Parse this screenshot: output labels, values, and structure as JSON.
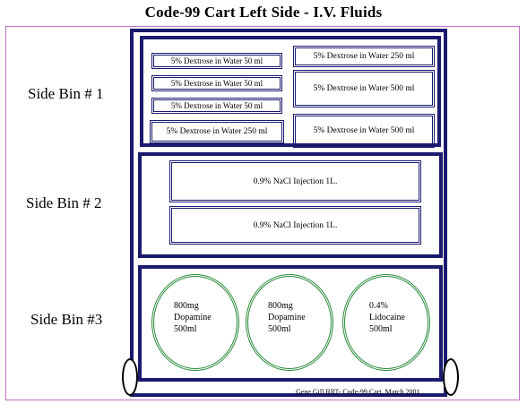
{
  "title": "Code-99 Cart Left Side - I.V. Fluids",
  "bins": [
    {
      "label": "Side Bin # 1",
      "items": [
        "5% Dextrose in Water 50 ml",
        "5% Dextrose in Water 50 ml",
        "5% Dextrose in Water 50 ml",
        "5% Dextrose in Water 250 ml",
        "5% Dextrose in Water 250 ml",
        "5% Dextrose in Water 500 ml",
        "5% Dextrose in Water 500 ml"
      ]
    },
    {
      "label": "Side Bin # 2",
      "items": [
        "0.9% NaCl Injection 1L.",
        "0.9% NaCl Injection 1L."
      ]
    },
    {
      "label": "Side Bin #3",
      "items": [
        {
          "line1": "800mg",
          "line2": "Dopamine",
          "line3": "500ml"
        },
        {
          "line1": "800mg",
          "line2": "Dopamine",
          "line3": "500ml"
        },
        {
          "line1": "0.4%",
          "line2": "Lidocaine",
          "line3": "500ml"
        }
      ]
    }
  ],
  "credit": "Gene Gill,RRT- Code-99 Cart, March 2001",
  "colors": {
    "cart_border": "#1a1a6e",
    "circle_border": "#2a8a3a",
    "page_frame": "#c070c0"
  }
}
